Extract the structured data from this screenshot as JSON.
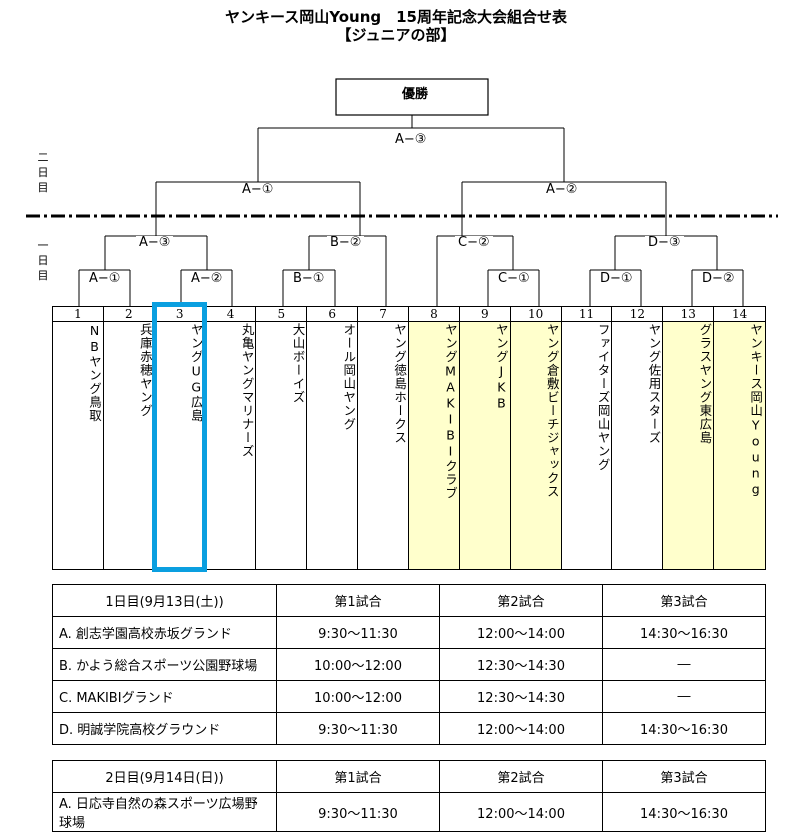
{
  "title_line1": "ヤンキース岡山Young　15周年記念大会組合せ表",
  "title_line2": "【ジュニアの部】",
  "final_label": "優勝",
  "day_labels": {
    "day2": [
      "二",
      "日",
      "目"
    ],
    "day1": [
      "一",
      "日",
      "目"
    ]
  },
  "matches": {
    "A3_top": "A−③",
    "A1_semi": "A−①",
    "A2_semi": "A−②",
    "A3_q": "A−③",
    "B2_q": "B−②",
    "C2_q": "C−②",
    "D3_q": "D−③",
    "A1_r1": "A−①",
    "A2_r1": "A−②",
    "B1_r1": "B−①",
    "C1_r1": "C−①",
    "D1_r1": "D−①",
    "D2_r1": "D−②"
  },
  "teams": [
    {
      "num": "1",
      "name": "NBヤング鳥取",
      "highlight": false
    },
    {
      "num": "2",
      "name": "兵庫赤穂ヤング",
      "highlight": false
    },
    {
      "num": "3",
      "name": "ヤングUG広島",
      "highlight": false
    },
    {
      "num": "4",
      "name": "丸亀ヤングマリナーズ",
      "highlight": false
    },
    {
      "num": "5",
      "name": "大山ボーイズ",
      "highlight": false
    },
    {
      "num": "6",
      "name": "オール岡山ヤング",
      "highlight": false
    },
    {
      "num": "7",
      "name": "ヤング徳島ホークス",
      "highlight": false
    },
    {
      "num": "8",
      "name": "ヤングMAKIBIクラブ",
      "highlight": true
    },
    {
      "num": "9",
      "name": "ヤングJKB",
      "highlight": true
    },
    {
      "num": "10",
      "name": "ヤング倉敷ビーチジャックス",
      "highlight": true
    },
    {
      "num": "11",
      "name": "ファイターズ岡山ヤング",
      "highlight": false
    },
    {
      "num": "12",
      "name": "ヤング佐用スターズ",
      "highlight": false
    },
    {
      "num": "13",
      "name": "グラスヤング東広島",
      "highlight": true
    },
    {
      "num": "14",
      "name": "ヤンキース岡山Young",
      "highlight": true
    }
  ],
  "schedule1": {
    "header": [
      "1日目(9月13日(土))",
      "第1試合",
      "第2試合",
      "第3試合"
    ],
    "rows": [
      [
        "A. 創志学園高校赤坂グランド",
        "9:30〜11:30",
        "12:00〜14:00",
        "14:30〜16:30"
      ],
      [
        "B. かよう総合スポーツ公園野球場",
        "10:00〜12:00",
        "12:30〜14:30",
        "―"
      ],
      [
        "C. MAKIBIグランド",
        "10:00〜12:00",
        "12:30〜14:30",
        "―"
      ],
      [
        "D. 明誠学院高校グラウンド",
        "9:30〜11:30",
        "12:00〜14:00",
        "14:30〜16:30"
      ]
    ]
  },
  "schedule2": {
    "header": [
      "2日目(9月14日(日))",
      "第1試合",
      "第2試合",
      "第3試合"
    ],
    "rows": [
      [
        "A. 日応寺自然の森スポーツ広場野球場",
        "9:30〜11:30",
        "12:00〜14:00",
        "14:30〜16:30"
      ]
    ]
  }
}
